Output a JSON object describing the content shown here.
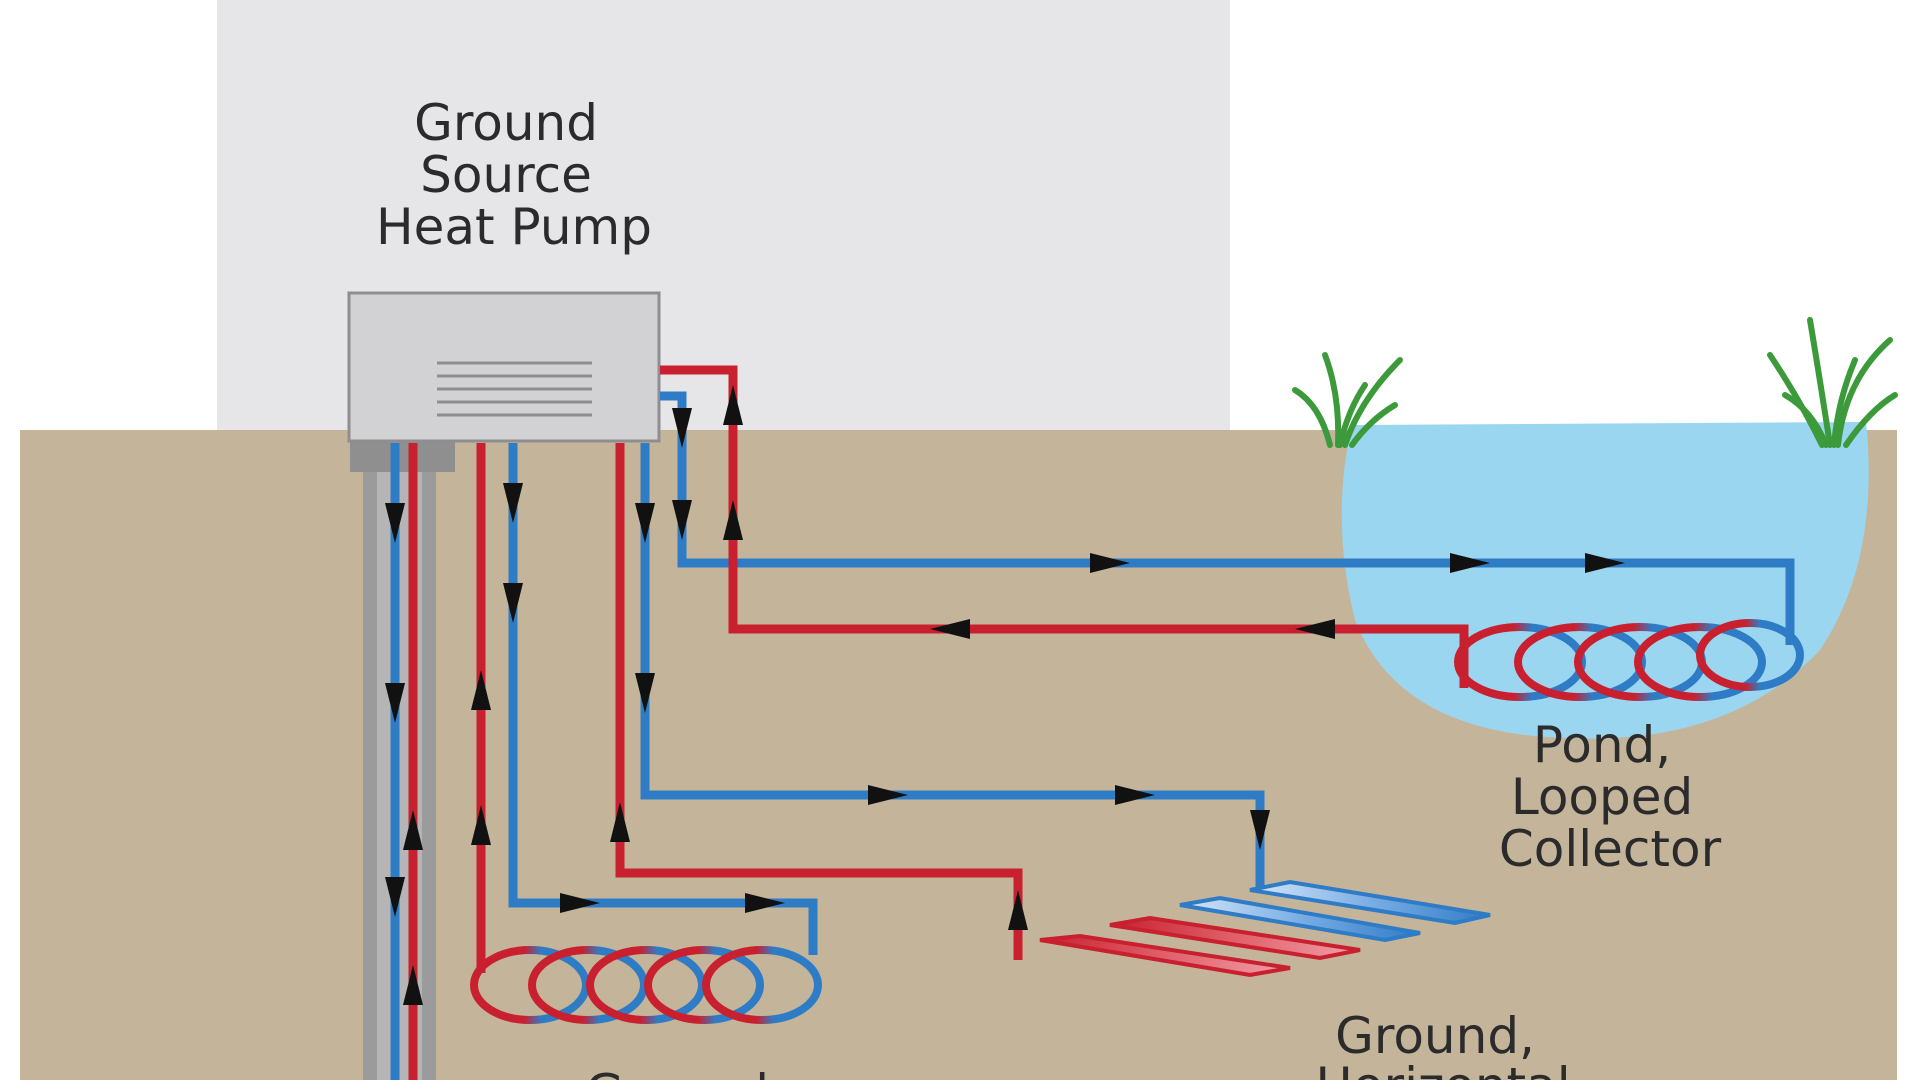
{
  "labels": {
    "heat_pump": [
      "Ground",
      "Source",
      "Heat Pump"
    ],
    "pond": [
      "Pond,",
      "Looped",
      "Collector"
    ],
    "ground_horizontal": [
      "Ground,",
      "Horizontal"
    ],
    "ground_looped": [
      "Ground,"
    ]
  },
  "colors": {
    "house": "#e6e6e8",
    "soil": "#c4b59a",
    "pond": "#9ad6ef",
    "warm_pipe": "#c8202f",
    "cold_pipe": "#2f7cc6",
    "arrow": "#111111",
    "grass": "#3c9a3a"
  }
}
